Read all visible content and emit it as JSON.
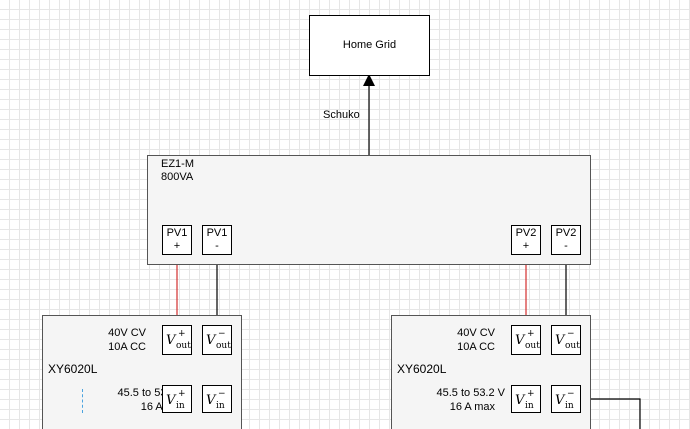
{
  "home_grid": {
    "label": "Home Grid"
  },
  "connection": {
    "label": "Schuko"
  },
  "inverter": {
    "name": "EZ1-M",
    "power": "800VA",
    "ports": [
      {
        "line1": "PV1",
        "line2": "+"
      },
      {
        "line1": "PV1",
        "line2": "-"
      },
      {
        "line1": "PV2",
        "line2": "+"
      },
      {
        "line1": "PV2",
        "line2": "-"
      }
    ]
  },
  "converters": [
    {
      "name": "XY6020L",
      "out_voltage": "40V CV",
      "out_current": "10A CC",
      "in_voltage": "45.5 to 53.2 V",
      "in_current": "16 A max",
      "ports": {
        "vout_pos": {
          "sym": "V",
          "sup": "+",
          "sub": "out"
        },
        "vout_neg": {
          "sym": "V",
          "sup": "−",
          "sub": "out"
        },
        "vin_pos": {
          "sym": "V",
          "sup": "+",
          "sub": "in"
        },
        "vin_neg": {
          "sym": "V",
          "sup": "−",
          "sub": "in"
        }
      }
    },
    {
      "name": "XY6020L",
      "out_voltage": "40V CV",
      "out_current": "10A CC",
      "in_voltage": "45.5 to 53.2 V",
      "in_current": "16 A max",
      "ports": {
        "vout_pos": {
          "sym": "V",
          "sup": "+",
          "sub": "out"
        },
        "vout_neg": {
          "sym": "V",
          "sup": "−",
          "sub": "out"
        },
        "vin_pos": {
          "sym": "V",
          "sup": "+",
          "sub": "in"
        },
        "vin_neg": {
          "sym": "V",
          "sup": "−",
          "sub": "in"
        }
      }
    }
  ],
  "colors": {
    "positive_wire": "#d32f2f",
    "negative_wire": "#000000",
    "selection": "#4aa3df"
  }
}
